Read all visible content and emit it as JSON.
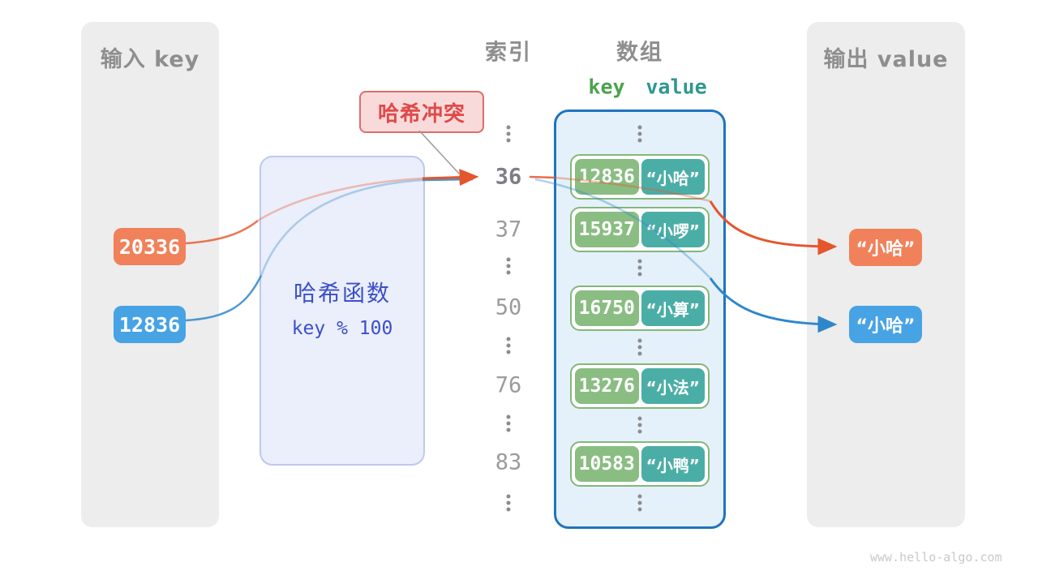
{
  "colors": {
    "orange_box": "#F0815A",
    "blue_box": "#47A3E4",
    "orange_line": "#E4562B",
    "blue_line": "#2F87CB",
    "key_green": "#8ABD82",
    "value_teal": "#4BAEA6",
    "array_border": "#1F74BF",
    "hash_blue_text": "#3A50C8",
    "collision_red": "#E04949",
    "panel_gray": "#EDEDED"
  },
  "input_panel": {
    "title": "输入 key",
    "keys": [
      "20336",
      "12836"
    ]
  },
  "hash_function": {
    "title": "哈希函数",
    "formula": "key % 100"
  },
  "collision_label": "哈希冲突",
  "index_column": {
    "title": "索引",
    "items": [
      "36",
      "37",
      "50",
      "76",
      "83"
    ],
    "highlighted_item": "36"
  },
  "array": {
    "title": "数组",
    "key_header": "key",
    "value_header": "value",
    "rows": [
      {
        "key": "12836",
        "value": "“小哈”"
      },
      {
        "key": "15937",
        "value": "“小啰”"
      },
      {
        "key": "16750",
        "value": "“小算”"
      },
      {
        "key": "13276",
        "value": "“小法”"
      },
      {
        "key": "10583",
        "value": "“小鸭”"
      }
    ]
  },
  "output_panel": {
    "title": "输出 value",
    "values": [
      "“小哈”",
      "“小哈”"
    ]
  },
  "watermark": "www.hello-algo.com"
}
